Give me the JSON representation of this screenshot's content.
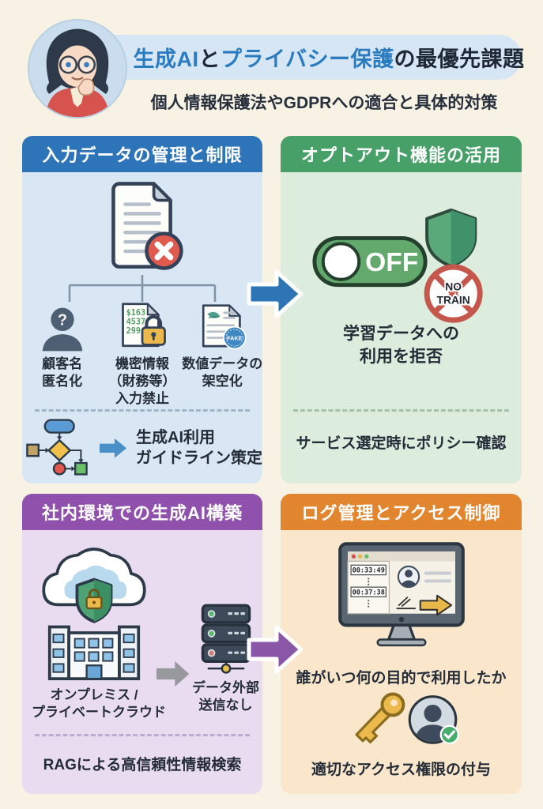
{
  "header": {
    "title": {
      "part1": "生成AI",
      "part2": "と",
      "part3": "プライバシー保護",
      "part4": "の最優先課題"
    },
    "subtitle": "個人情報保護法やGDPRへの適合と具体的対策"
  },
  "colors": {
    "blue_panel": "#2e74b8",
    "green_panel": "#47a067",
    "purple_panel": "#8f51ab",
    "orange_panel": "#e1862f",
    "title_accent": "#2a7cc0",
    "background": "#f8f2e4"
  },
  "panel_input": {
    "title": "入力データの管理と制限",
    "items": [
      {
        "icon": "anonymous-person",
        "icon_glyph": "?",
        "lines": [
          "顧客名",
          "匿名化"
        ]
      },
      {
        "icon": "financial-doc-lock",
        "doc_numbers": [
          "$163",
          "4537",
          "299"
        ],
        "lines": [
          "機密情報",
          "（財務等）",
          "入力禁止"
        ]
      },
      {
        "icon": "fake-data-doc",
        "badge": "FAKE",
        "lines": [
          "数値データの",
          "架空化"
        ]
      }
    ],
    "footer": {
      "lines": [
        "生成AI利用",
        "ガイドライン策定"
      ]
    }
  },
  "panel_optout": {
    "title": "オプトアウト機能の活用",
    "toggle_label": "OFF",
    "no_train": [
      "NO",
      "TRAIN"
    ],
    "body_lines": [
      "学習データへの",
      "利用を拒否"
    ],
    "footer": "サービス選定時にポリシー確認"
  },
  "panel_onprem": {
    "title": "社内環境での生成AI構築",
    "cloud_label_lines": [
      "オンプレミス /",
      "プライベートクラウド"
    ],
    "server_label_lines": [
      "データ外部",
      "送信なし"
    ],
    "footer": "RAGによる高信頼性情報検索"
  },
  "panel_logs": {
    "title": "ログ管理とアクセス制御",
    "timestamps": [
      "00:33:49",
      "00:37:38"
    ],
    "body": "誰がいつ何の目的で利用したか",
    "footer": "適切なアクセス権限の付与"
  }
}
